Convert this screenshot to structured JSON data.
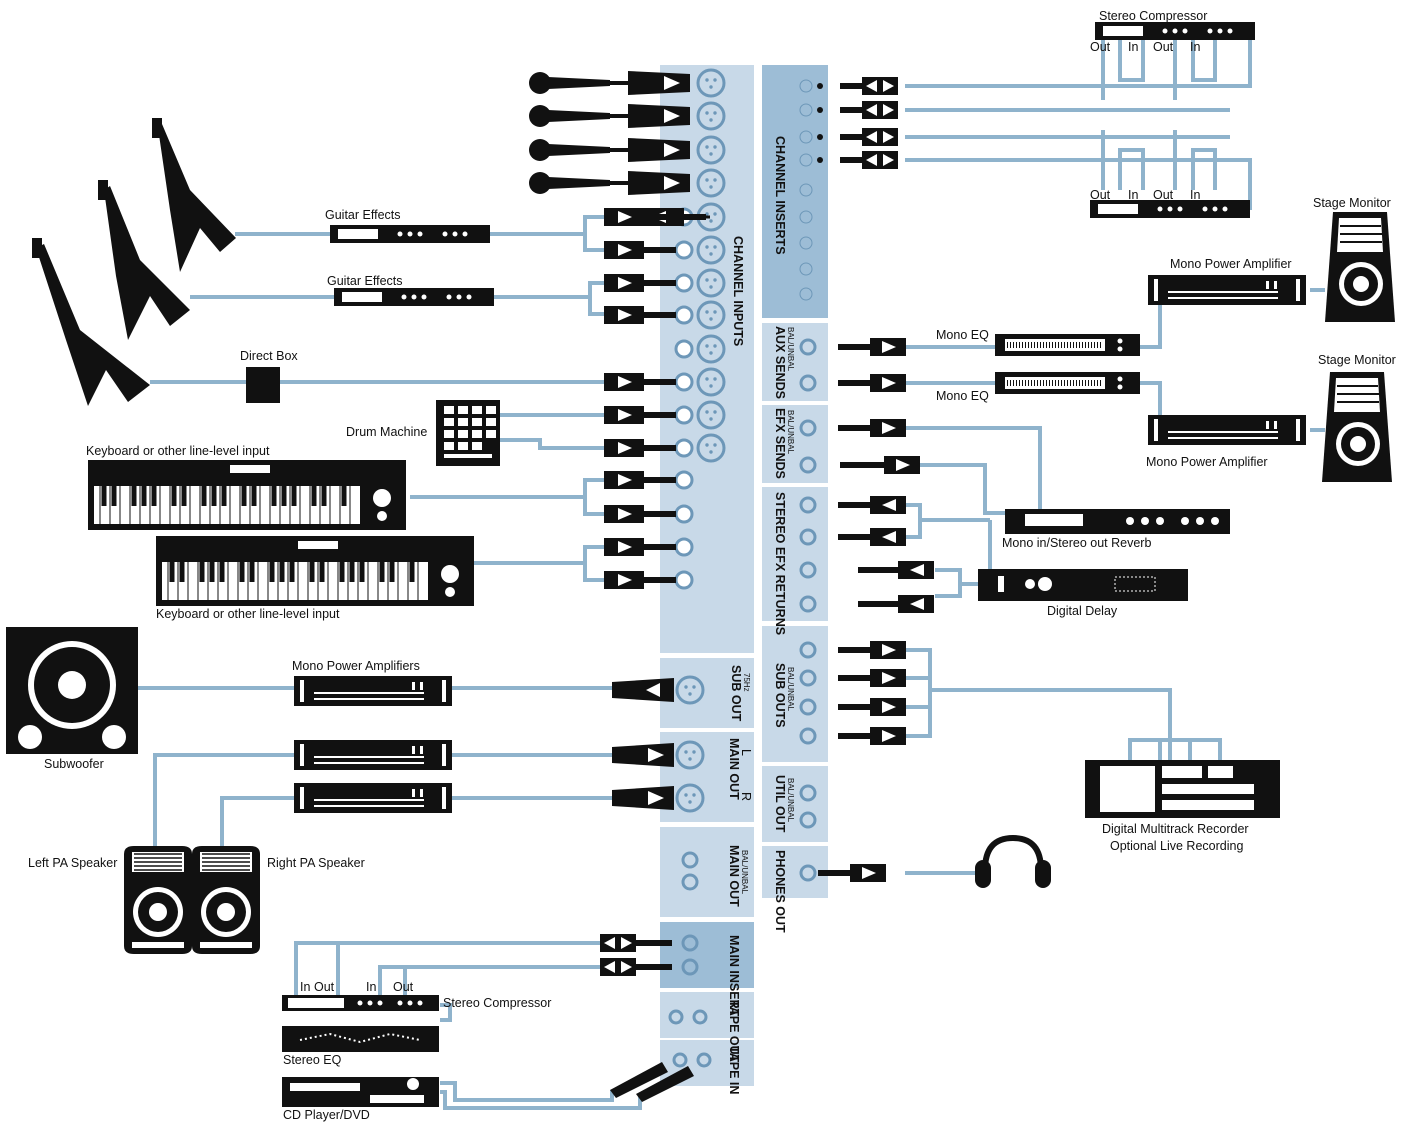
{
  "colors": {
    "cable": "#8fb3cc",
    "panel": "#c8d9e8",
    "panel_dark": "#9dbdd6",
    "device": "#111111",
    "jack": "#6d97b8"
  },
  "labels": {
    "stereo_compressor_top": "Stereo Compressor",
    "comp_out": "Out",
    "comp_in": "In",
    "stage_monitor": "Stage Monitor",
    "mono_power_amplifier": "Mono Power Amplifier",
    "mono_eq": "Mono EQ",
    "guitar_effects": "Guitar Effects",
    "direct_box": "Direct Box",
    "drum_machine": "Drum Machine",
    "keyboard_top": "Keyboard or other line-level input",
    "keyboard_bottom": "Keyboard or other line-level input",
    "reverb": "Mono in/Stereo out Reverb",
    "digital_delay": "Digital Delay",
    "mono_power_amplifiers": "Mono Power Amplifiers",
    "subwoofer": "Subwoofer",
    "left_pa": "Left PA Speaker",
    "right_pa": "Right PA Speaker",
    "recorder_line1": "Digital Multitrack Recorder",
    "recorder_line2": "Optional Live Recording",
    "stereo_compressor_bottom": "Stereo Compressor",
    "stereo_eq": "Stereo EQ",
    "cd_player": "CD Player/DVD"
  },
  "panels": {
    "channel_inputs": "CHANNEL INPUTS",
    "channel_inserts": "CHANNEL INSERTS",
    "aux_sends": "AUX SENDS",
    "efx_sends": "EFX SENDS",
    "stereo_efx_returns": "STEREO EFX RETURNS",
    "sub_outs": "SUB OUTS",
    "util_out": "UTIL OUT",
    "phones_out": "PHONES OUT",
    "sub_out": "SUB OUT",
    "sub_out_freq": "75Hz",
    "main_out_lr": "MAIN OUT",
    "main_out_l": "L",
    "main_out_r": "R",
    "main_out_bal": "MAIN OUT",
    "main_insert": "MAIN INSERT",
    "tape_out": "TAPE OUT",
    "tape_in": "TAPE IN",
    "bal_unbal": "BAL/UNBAL"
  }
}
